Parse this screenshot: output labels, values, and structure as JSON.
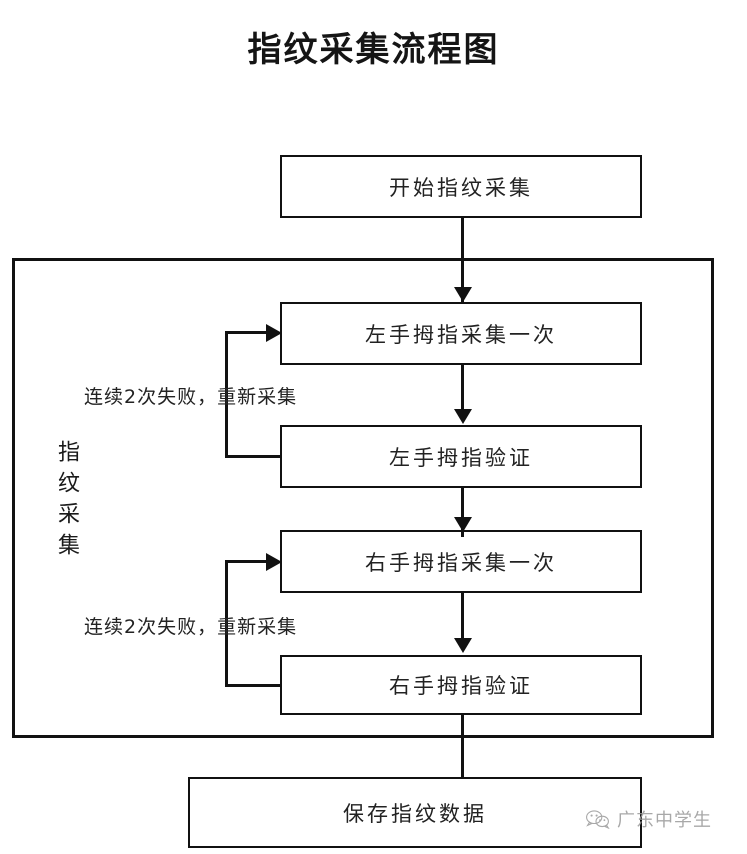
{
  "page": {
    "title": "指纹采集流程图",
    "background_color": "#ffffff",
    "line_color": "#111111"
  },
  "flow": {
    "start_box": {
      "label": "开始指纹采集"
    },
    "group": {
      "side_label": "指纹采集",
      "steps": [
        {
          "label": "左手拇指采集一次",
          "type": "capture"
        },
        {
          "label": "左手拇指验证",
          "type": "verify"
        },
        {
          "label": "右手拇指采集一次",
          "type": "capture"
        },
        {
          "label": "右手拇指验证",
          "type": "verify"
        }
      ],
      "loops": [
        {
          "label": "连续2次失败，重新采集",
          "from": "左手拇指验证",
          "to": "左手拇指采集一次"
        },
        {
          "label": "连续2次失败，重新采集",
          "from": "右手拇指验证",
          "to": "右手拇指采集一次"
        }
      ]
    },
    "end_box": {
      "label": "保存指纹数据"
    }
  },
  "watermark": {
    "icon": "wechat-icon",
    "text": "广东中学生"
  }
}
